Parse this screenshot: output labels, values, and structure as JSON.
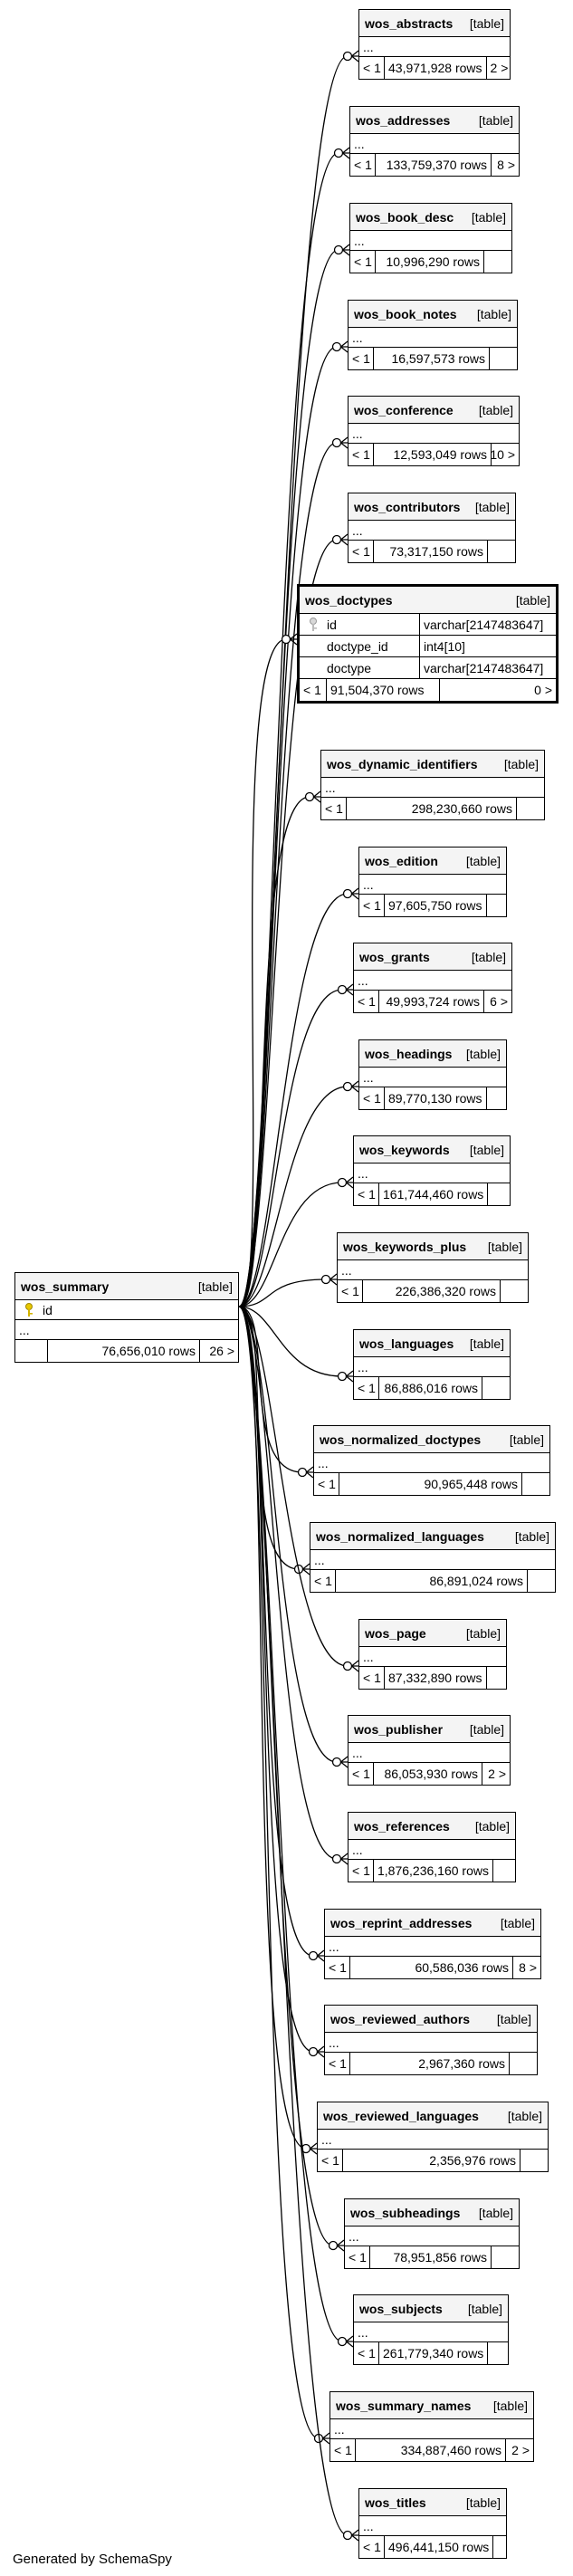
{
  "summary_table": {
    "name": "wos_summary",
    "type": "[table]",
    "column": "id",
    "ellipsis": "...",
    "rows": "76,656,010 rows",
    "children": "26 >"
  },
  "focus_table": {
    "name": "wos_doctypes",
    "type": "[table]",
    "columns": [
      {
        "name": "id",
        "type": "varchar[2147483647]"
      },
      {
        "name": "doctype_id",
        "type": "int4[10]"
      },
      {
        "name": "doctype",
        "type": "varchar[2147483647]"
      }
    ],
    "parents": "< 1",
    "rows": "91,504,370 rows",
    "children": "0 >"
  },
  "tables": [
    {
      "name": "wos_abstracts",
      "type": "[table]",
      "ellipsis": "...",
      "parents": "< 1",
      "rows": "43,971,928 rows",
      "children": "2 >"
    },
    {
      "name": "wos_addresses",
      "type": "[table]",
      "ellipsis": "...",
      "parents": "< 1",
      "rows": "133,759,370 rows",
      "children": "8 >"
    },
    {
      "name": "wos_book_desc",
      "type": "[table]",
      "ellipsis": "...",
      "parents": "< 1",
      "rows": "10,996,290 rows",
      "children": ""
    },
    {
      "name": "wos_book_notes",
      "type": "[table]",
      "ellipsis": "...",
      "parents": "< 1",
      "rows": "16,597,573 rows",
      "children": ""
    },
    {
      "name": "wos_conference",
      "type": "[table]",
      "ellipsis": "...",
      "parents": "< 1",
      "rows": "12,593,049 rows",
      "children": "10 >"
    },
    {
      "name": "wos_contributors",
      "type": "[table]",
      "ellipsis": "...",
      "parents": "< 1",
      "rows": "73,317,150 rows",
      "children": ""
    },
    {
      "name": "wos_dynamic_identifiers",
      "type": "[table]",
      "ellipsis": "...",
      "parents": "< 1",
      "rows": "298,230,660 rows",
      "children": ""
    },
    {
      "name": "wos_edition",
      "type": "[table]",
      "ellipsis": "...",
      "parents": "< 1",
      "rows": "97,605,750 rows",
      "children": ""
    },
    {
      "name": "wos_grants",
      "type": "[table]",
      "ellipsis": "...",
      "parents": "< 1",
      "rows": "49,993,724 rows",
      "children": "6 >"
    },
    {
      "name": "wos_headings",
      "type": "[table]",
      "ellipsis": "...",
      "parents": "< 1",
      "rows": "89,770,130 rows",
      "children": ""
    },
    {
      "name": "wos_keywords",
      "type": "[table]",
      "ellipsis": "...",
      "parents": "< 1",
      "rows": "161,744,460 rows",
      "children": ""
    },
    {
      "name": "wos_keywords_plus",
      "type": "[table]",
      "ellipsis": "...",
      "parents": "< 1",
      "rows": "226,386,320 rows",
      "children": ""
    },
    {
      "name": "wos_languages",
      "type": "[table]",
      "ellipsis": "...",
      "parents": "< 1",
      "rows": "86,886,016 rows",
      "children": ""
    },
    {
      "name": "wos_normalized_doctypes",
      "type": "[table]",
      "ellipsis": "...",
      "parents": "< 1",
      "rows": "90,965,448 rows",
      "children": ""
    },
    {
      "name": "wos_normalized_languages",
      "type": "[table]",
      "ellipsis": "...",
      "parents": "< 1",
      "rows": "86,891,024 rows",
      "children": ""
    },
    {
      "name": "wos_page",
      "type": "[table]",
      "ellipsis": "...",
      "parents": "< 1",
      "rows": "87,332,890 rows",
      "children": ""
    },
    {
      "name": "wos_publisher",
      "type": "[table]",
      "ellipsis": "...",
      "parents": "< 1",
      "rows": "86,053,930 rows",
      "children": "2 >"
    },
    {
      "name": "wos_references",
      "type": "[table]",
      "ellipsis": "...",
      "parents": "< 1",
      "rows": "1,876,236,160 rows",
      "children": ""
    },
    {
      "name": "wos_reprint_addresses",
      "type": "[table]",
      "ellipsis": "...",
      "parents": "< 1",
      "rows": "60,586,036 rows",
      "children": "8 >"
    },
    {
      "name": "wos_reviewed_authors",
      "type": "[table]",
      "ellipsis": "...",
      "parents": "< 1",
      "rows": "2,967,360 rows",
      "children": ""
    },
    {
      "name": "wos_reviewed_languages",
      "type": "[table]",
      "ellipsis": "...",
      "parents": "< 1",
      "rows": "2,356,976 rows",
      "children": ""
    },
    {
      "name": "wos_subheadings",
      "type": "[table]",
      "ellipsis": "...",
      "parents": "< 1",
      "rows": "78,951,856 rows",
      "children": ""
    },
    {
      "name": "wos_subjects",
      "type": "[table]",
      "ellipsis": "...",
      "parents": "< 1",
      "rows": "261,779,340 rows",
      "children": ""
    },
    {
      "name": "wos_summary_names",
      "type": "[table]",
      "ellipsis": "...",
      "parents": "< 1",
      "rows": "334,887,460 rows",
      "children": "2 >"
    },
    {
      "name": "wos_titles",
      "type": "[table]",
      "ellipsis": "...",
      "parents": "< 1",
      "rows": "496,441,150 rows",
      "children": ""
    }
  ],
  "footer": "Generated by SchemaSpy"
}
